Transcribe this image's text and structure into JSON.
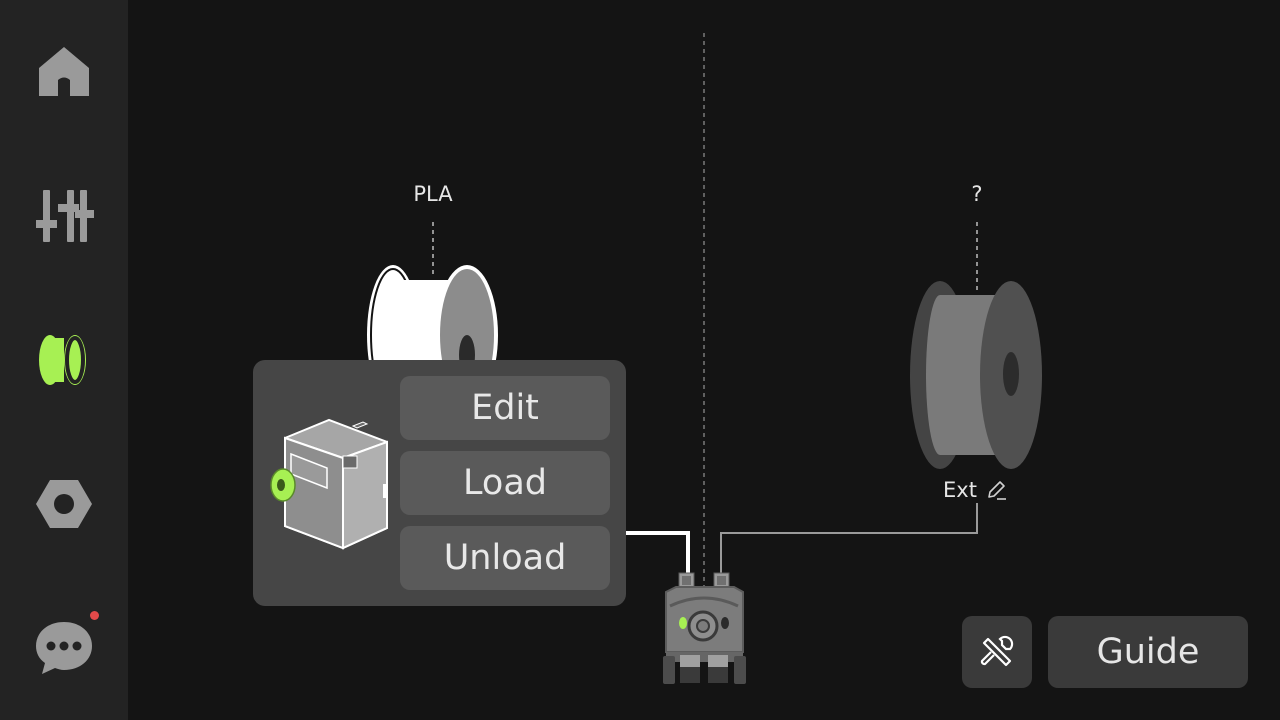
{
  "sidebar": {
    "items": [
      {
        "icon": "home-icon",
        "active": false
      },
      {
        "icon": "sliders-icon",
        "active": false
      },
      {
        "icon": "filament-icon",
        "active": true
      },
      {
        "icon": "settings-hex-icon",
        "active": false
      },
      {
        "icon": "chat-icon",
        "active": false,
        "has_notification": true
      }
    ],
    "active_color": "#a7f053",
    "inactive_color": "#9a9a9a"
  },
  "slots": {
    "left": {
      "material": "PLA",
      "spool_color": "#ffffff"
    },
    "right": {
      "material": "?",
      "label": "Ext",
      "spool_color": "#777777"
    }
  },
  "popup": {
    "edit_label": "Edit",
    "load_label": "Load",
    "unload_label": "Unload"
  },
  "footer": {
    "guide_label": "Guide",
    "tools_icon": "tools-icon"
  }
}
